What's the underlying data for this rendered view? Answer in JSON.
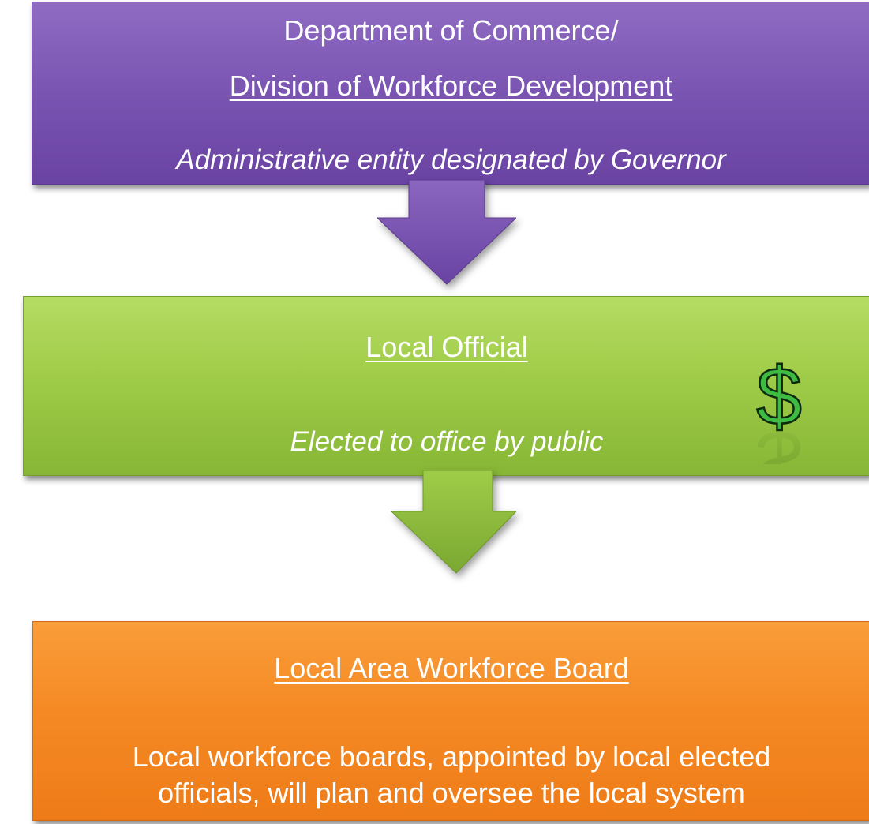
{
  "nodes": {
    "commerce": {
      "line1": "Department of Commerce/",
      "line2": "Division of Workforce Development",
      "line3": "Administrative entity designated by Governor"
    },
    "local_official": {
      "title": "Local Official",
      "subtitle": "Elected to office by public"
    },
    "board": {
      "title": "Local Area Workforce Board",
      "desc_line1": "Local workforce boards, appointed by local elected",
      "desc_line2": "officials, will plan and oversee the local system"
    }
  },
  "icons": {
    "money": "dollar-sign-icon"
  },
  "colors": {
    "purple": "#7c56b3",
    "green": "#9fcc48",
    "orange": "#f58a24",
    "dollar_fill": "#3dbb43"
  }
}
